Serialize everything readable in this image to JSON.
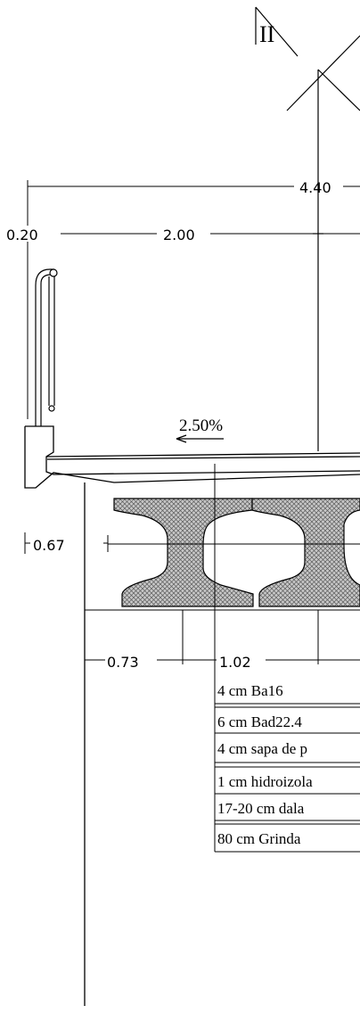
{
  "header": {
    "label": "II"
  },
  "dimensions": {
    "total_width": "4.40",
    "cornice_width": "0.20",
    "sidewalk_width": "2.00",
    "cantilever": "0.67",
    "beam_offset": "0.73",
    "beam_spacing": "1.02"
  },
  "slope": {
    "value": "2.50%"
  },
  "layers": [
    "4 cm Ba16",
    "6 cm Bad22.4",
    "4 cm sapa de p",
    "1 cm hidroizola",
    "17-20 cm dala",
    "80 cm Grinda"
  ],
  "colors": {
    "line": "#000000",
    "hatch_fill": "#b5b5b5",
    "background": "#ffffff"
  }
}
